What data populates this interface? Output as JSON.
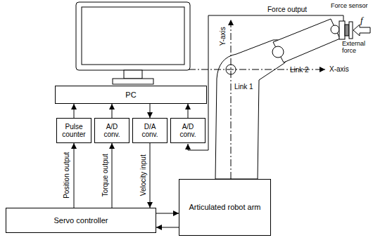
{
  "diagram": {
    "nodes": [
      {
        "text": [
          "PC"
        ]
      },
      {
        "text": [
          "Pulse counter"
        ]
      },
      {
        "text": [
          "A/D conv."
        ]
      },
      {
        "text": [
          "D/A conv."
        ]
      },
      {
        "text": [
          "A/D conv."
        ]
      },
      {
        "text": [
          "Servo controller"
        ]
      },
      {
        "text": [
          "Articulated robot arm"
        ]
      }
    ],
    "edges": [
      {
        "from": 1,
        "to": 0,
        "arrow": "to"
      },
      {
        "from": 2,
        "to": 0,
        "arrow": "to"
      },
      {
        "from": 0,
        "to": 3,
        "arrow": "to"
      },
      {
        "from": 4,
        "to": 0,
        "arrow": "to"
      },
      {
        "from": 5,
        "to": 1,
        "label": "Position output",
        "arrow": "to"
      },
      {
        "from": 5,
        "to": 2,
        "label": "Torque output",
        "arrow": "to"
      },
      {
        "from": 3,
        "to": 5,
        "label": "Velocity input",
        "arrow": "to"
      },
      {
        "from": 5,
        "to": 6,
        "arrow": "to"
      },
      {
        "from": 6,
        "to": 5,
        "arrow": "to"
      }
    ],
    "labels": [
      "Force output",
      "Force sensor",
      "f",
      "External force",
      "Y-axis",
      "Link 2",
      "X-axis",
      "Link 1"
    ]
  }
}
